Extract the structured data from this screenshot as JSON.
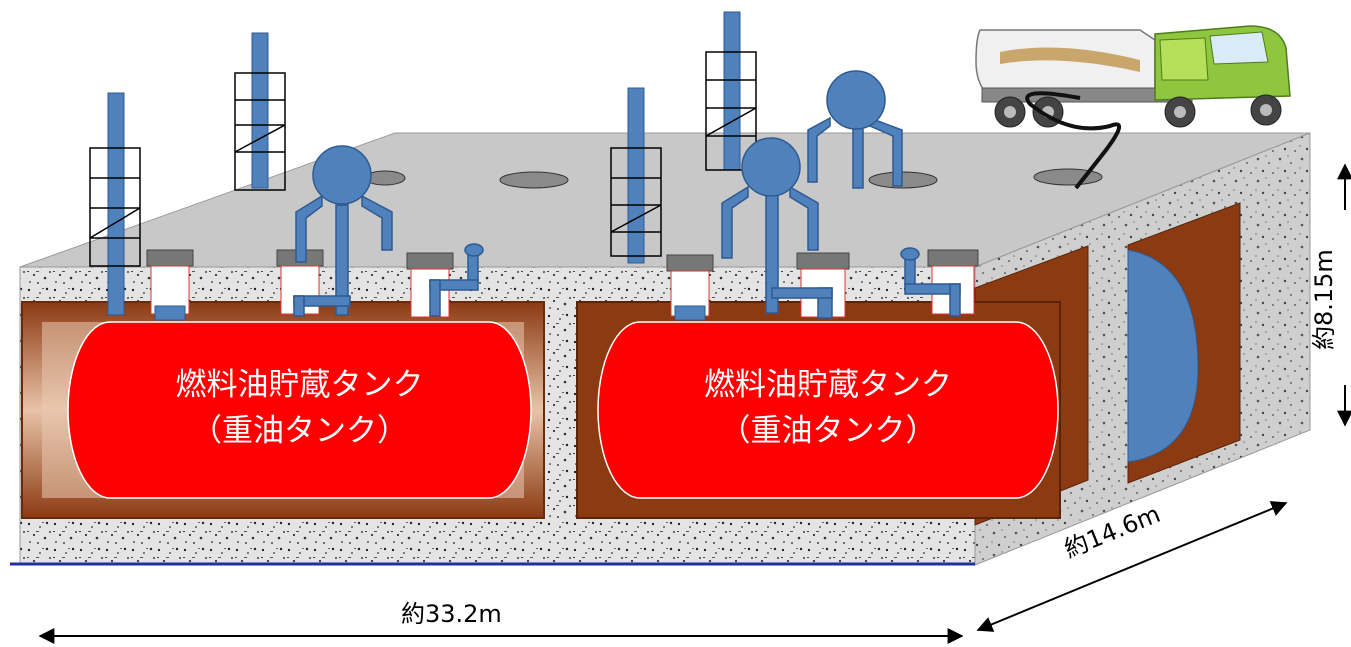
{
  "tanks": [
    {
      "name": "燃料油貯蔵タンク",
      "type": "（重油タンク）"
    },
    {
      "name": "燃料油貯蔵タンク",
      "type": "（重油タンク）"
    }
  ],
  "dimensions": {
    "length": "約33.2m",
    "width": "約14.6m",
    "height": "約8.15m"
  },
  "colors": {
    "tank_red": "#ff0000",
    "pipe_blue": "#4f81bd",
    "pit_brown": "#8b3a12",
    "concrete": "#d9d9d9",
    "top_slab": "#c8c8c8"
  },
  "icons": [
    "tanker-truck",
    "vent-pipe",
    "pump",
    "manhole"
  ]
}
